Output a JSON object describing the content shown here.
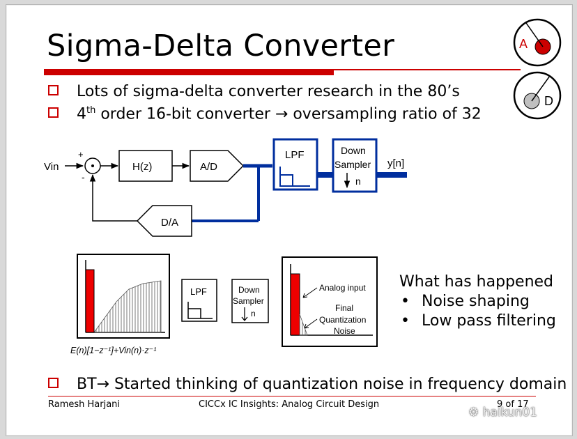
{
  "slide": {
    "title": "Sigma-Delta Converter",
    "bullets": [
      {
        "text": "Lots of sigma-delta converter research in the 80’s"
      },
      {
        "pre": "4",
        "sup": "th",
        "post": " order 16-bit converter → oversampling ratio of 32"
      }
    ],
    "bottom_bullet": "BT→ Started thinking of quantization noise in frequency domain",
    "notes": {
      "heading": "What has happened",
      "items": [
        "Noise shaping",
        "Low pass filtering"
      ]
    },
    "footer": {
      "author": "Ramesh Harjani",
      "course": "CICCx IC Insights: Analog Circuit Design",
      "page": "9 of 17"
    },
    "watermark": "⚙ haikun01",
    "icons": {
      "top": {
        "letter": "A",
        "color": "#cc0000"
      },
      "bottom": {
        "letter": "D",
        "color": "#c0c0c0"
      }
    }
  },
  "diagram": {
    "vin": "Vin",
    "plus": "+",
    "minus": "-",
    "hz": "H(z)",
    "ad": "A/D",
    "da": "D/A",
    "lpf": "LPF",
    "down1": "Down",
    "down2": "Sampler",
    "n": "n",
    "yn": "y[n]",
    "wire_color": "#002e9e"
  },
  "spectrum": {
    "formula": "E(n)[1−z⁻¹]+Vin(n)·z⁻¹",
    "lpf": "LPF",
    "down1": "Down",
    "down2": "Sampler",
    "n": "n",
    "analog_input": "Analog input",
    "final1": "Final",
    "final2": "Quantization",
    "final3": "Noise"
  }
}
